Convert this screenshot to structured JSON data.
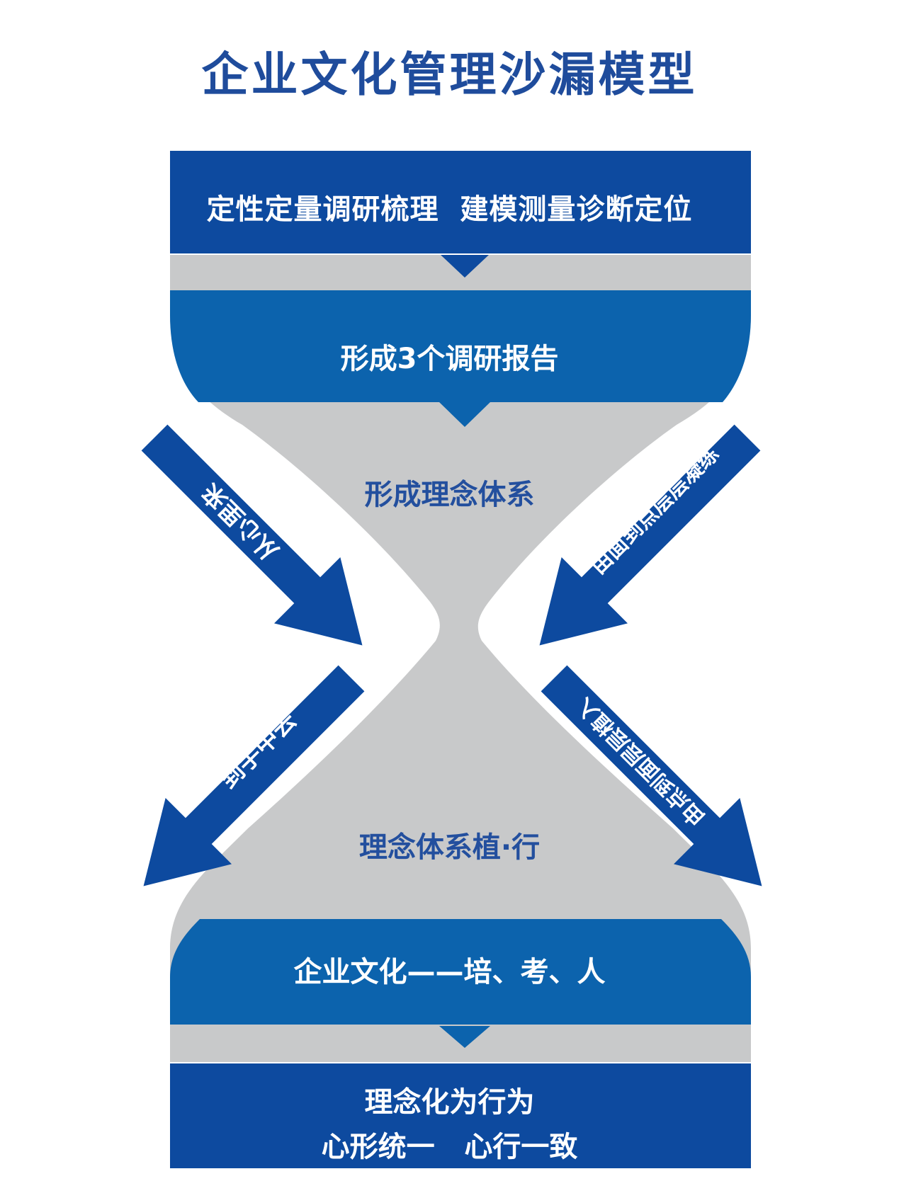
{
  "title": "企业文化管理沙漏模型",
  "top_band": "定性定量调研梳理  建模测量诊断定位",
  "band2": "形成3个调研报告",
  "upper_neck": "形成理念体系",
  "lower_neck": "理念体系植·行",
  "band4": "企业文化——培、考、人",
  "bottom_band": {
    "line1": "理念化为行为",
    "line2": "心形统一   心行一致"
  },
  "arrows": {
    "upper_left": "从心里来",
    "upper_right": "由面到点层层凝练",
    "lower_left": "到手中去",
    "lower_right": "由点到面层层植入"
  },
  "colors": {
    "dark_blue": "#0d4a9f",
    "mid_blue": "#0c63ad",
    "gray": "#c8c9ca",
    "title_blue": "#1f4c9c"
  }
}
